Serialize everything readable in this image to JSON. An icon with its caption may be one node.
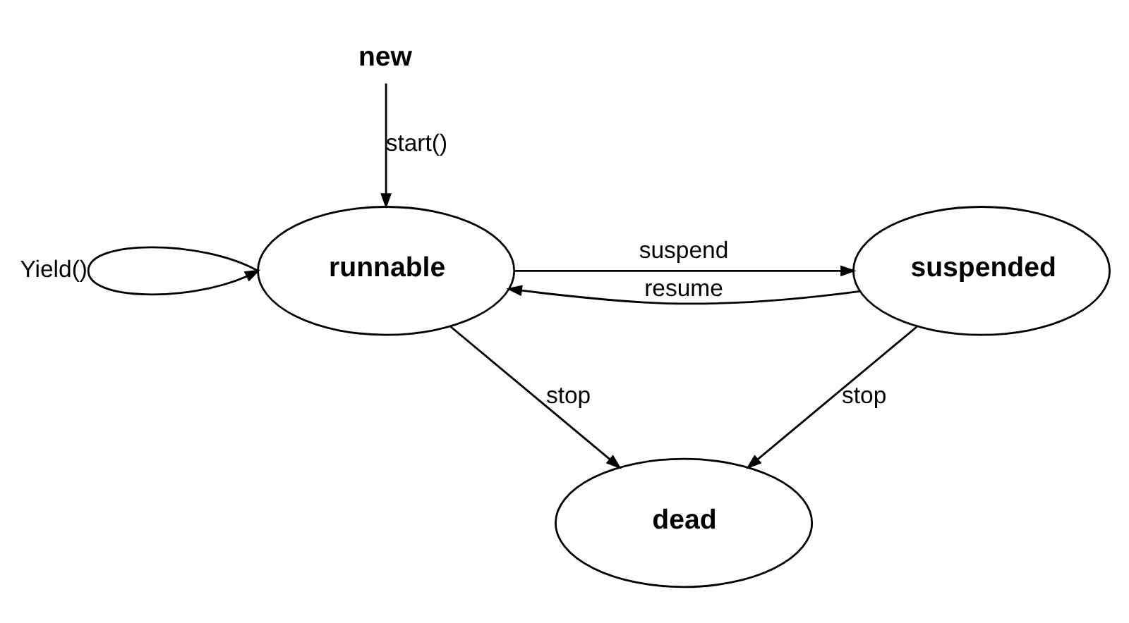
{
  "diagram": {
    "nodes": [
      {
        "text": [
          "new"
        ]
      },
      {
        "text": [
          "runnable"
        ]
      },
      {
        "text": [
          "suspended"
        ]
      },
      {
        "text": [
          "dead"
        ]
      }
    ],
    "edges": [
      {
        "from": 0,
        "to": 1,
        "arrow": "to",
        "label": "start()"
      },
      {
        "from": 1,
        "to": 1,
        "arrow": "to",
        "label": "Yield()"
      },
      {
        "from": 1,
        "to": 2,
        "arrow": "to",
        "label": "suspend"
      },
      {
        "from": 2,
        "to": 1,
        "arrow": "to",
        "label": "resume"
      },
      {
        "from": 1,
        "to": 3,
        "arrow": "to",
        "label": "stop"
      },
      {
        "from": 2,
        "to": 3,
        "arrow": "to",
        "label": "stop"
      }
    ]
  }
}
